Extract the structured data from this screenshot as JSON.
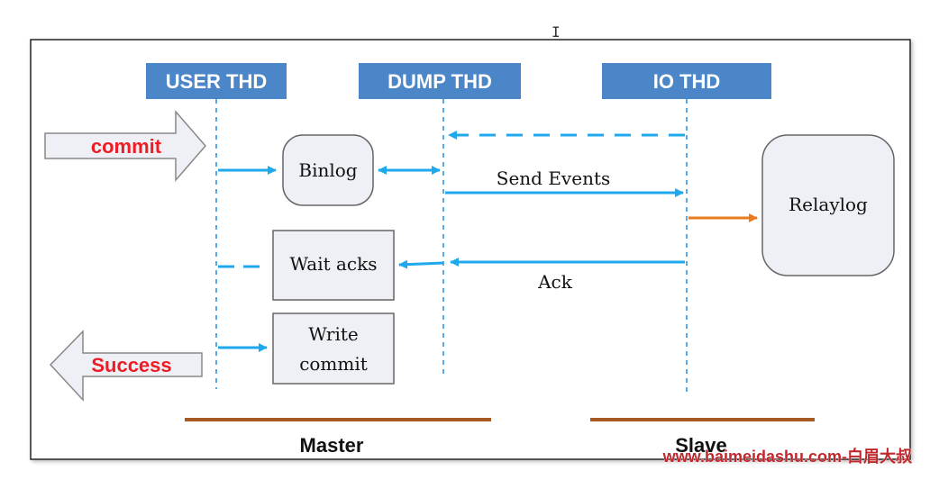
{
  "threads": {
    "user": "USER THD",
    "dump": "DUMP THD",
    "io": "IO THD"
  },
  "arrows": {
    "commit": "commit",
    "success": "Success"
  },
  "boxes": {
    "binlog": "Binlog",
    "wait_acks": "Wait acks",
    "write_commit_line1": "Write",
    "write_commit_line2": "commit",
    "relaylog": "Relaylog"
  },
  "messages": {
    "send_events": "Send Events",
    "ack": "Ack"
  },
  "sections": {
    "master": "Master",
    "slave": "Slave"
  },
  "watermark": "www.baimeidashu.com-白眉大叔",
  "cursor_glyph": "I",
  "colors": {
    "thread_header": "#4a86c8",
    "lifeline": "#5aa9e6",
    "arrow_blue": "#1fa8ec",
    "arrow_orange": "#e87b1e",
    "box_fill": "#eef0f5",
    "success_red": "#ee1c24",
    "section_bar": "#a85a24",
    "watermark": "#c0282e"
  }
}
